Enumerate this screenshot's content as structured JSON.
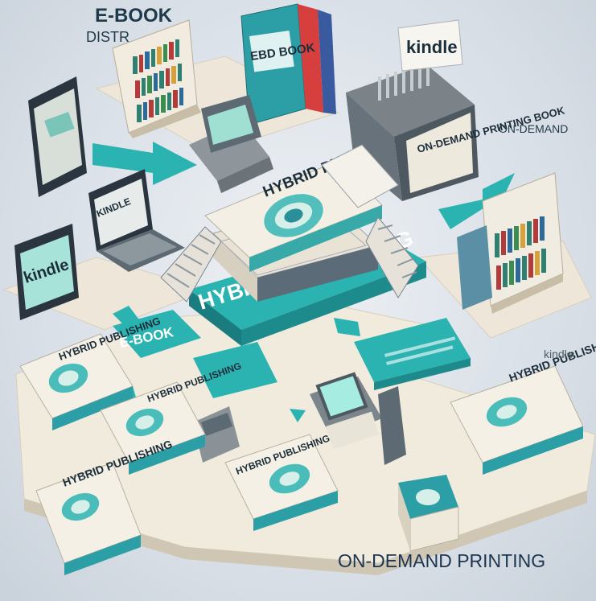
{
  "labels": {
    "ebook_top": "E-BOOK",
    "distr_top": "DISTR",
    "kindle_sign": "kindle",
    "on_demand_right": "ON-DEMAND",
    "on_demand_book": "ON-DEMAND PRINTING BOOK",
    "ebook_book": "EBD BOOK",
    "kindle_tablet": "kindle",
    "kindle_laptop": "KINDLE",
    "hybrid_top_book": "HYBRID PUBLISHING",
    "hybrid_banner": "HYBRID PUBLISHING",
    "ebook_arrow": "E-BOOK",
    "kindle_right": "kindle",
    "bottom_caption": "ON-DEMAND PRINTING",
    "book_hybrid_1": "HYBRID PUBLISHING",
    "book_hybrid_2": "HYBRID PUBLISHING",
    "book_hybrid_3": "HYBRID PUBLISHING",
    "book_hybrid_4": "HYBRID PUBLISHING",
    "book_hybrid_5": "HYBRID PUBLISHING"
  },
  "colors": {
    "teal": "#2bb3b1",
    "teal_dark": "#1d8a8c",
    "platform": "#efe7d8",
    "navy": "#243848"
  }
}
